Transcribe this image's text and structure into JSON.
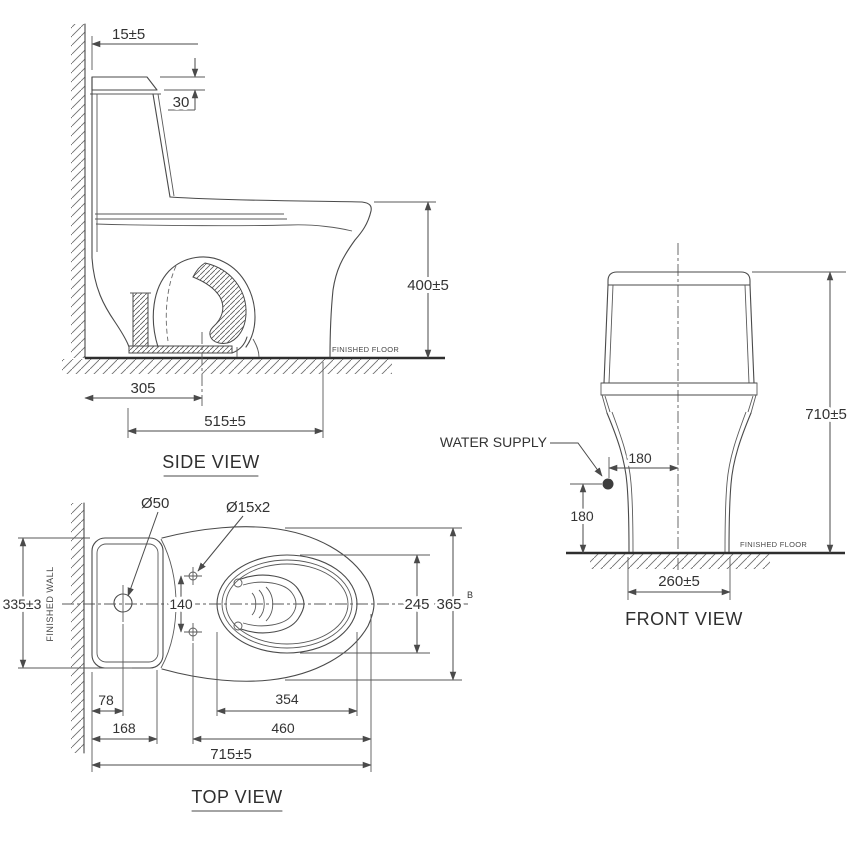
{
  "document": {
    "type": "technical-drawing",
    "subject": "one-piece toilet installation dimensions",
    "background": "#ffffff",
    "colors": {
      "line": "#4a4a4a",
      "text": "#333333",
      "floor_line": "#2e2e2e"
    }
  },
  "views": {
    "side": {
      "title": "SIDE VIEW",
      "floor_label": "FINISHED FLOOR",
      "dims": {
        "wall_gap": "15±5",
        "lid_height": "30",
        "seat_height": "400±5",
        "trap_setout": "305",
        "depth": "515±5"
      }
    },
    "front": {
      "title": "FRONT VIEW",
      "floor_label": "FINISHED FLOOR",
      "supply_label": "WATER SUPPLY",
      "dims": {
        "supply_offset": "180",
        "supply_height": "180",
        "total_height": "710±5",
        "base_width": "260±5"
      }
    },
    "top": {
      "title": "TOP VIEW",
      "wall_label": "FINISHED WALL",
      "dims": {
        "flush_hole_dia": "Ø50",
        "seat_hole_dia": "Ø15x2",
        "overall_width": "335±3",
        "seat_hole_spacing": "140",
        "rim_inner_width": "245",
        "rim_outer_width": "365",
        "rim_width_note": "B",
        "tank_hole_offset": "78",
        "tank_depth": "168",
        "rim_inner_length": "354",
        "rim_outer_length": "460",
        "total_depth": "715±5"
      }
    }
  }
}
